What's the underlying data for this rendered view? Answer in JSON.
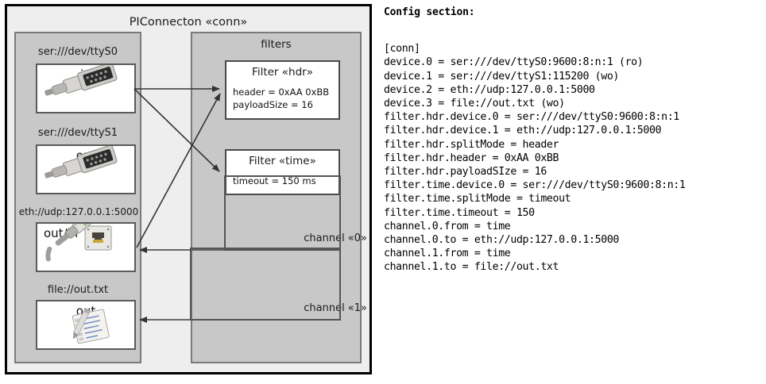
{
  "diagram": {
    "title": "PIConnecton «conn»",
    "groups": [
      {
        "name": "devices",
        "title": ""
      },
      {
        "name": "filters",
        "title": "filters"
      }
    ],
    "devices": [
      {
        "caption": "ser:///dev/ttyS0",
        "label": "in",
        "icon": "serial-port-icon"
      },
      {
        "caption": "ser:///dev/ttyS1",
        "label": "out",
        "icon": "serial-port-icon"
      },
      {
        "caption": "eth://udp:127.0.0.1:5000",
        "label": "out/in",
        "icon": "ethernet-jack-icon"
      },
      {
        "caption": "file://out.txt",
        "label": "out",
        "icon": "notepad-pencil-icon"
      }
    ],
    "filters": [
      {
        "title": "Filter «hdr»",
        "attrs": [
          "header = 0xAA 0xBB",
          "payloadSize = 16"
        ]
      },
      {
        "title": "Filter «time»",
        "attrs": [
          "timeout = 150 ms"
        ]
      }
    ],
    "channels": [
      {
        "label": "channel «0»"
      },
      {
        "label": "channel «1»"
      }
    ],
    "colors": {
      "page_bg": "#ffffff",
      "frame_bg": "#eeeeee",
      "group_bg": "#c8c8c8",
      "box_bg": "#ffffff",
      "frame_border": "#000000",
      "group_border": "#7a7a7a",
      "line": "#333333"
    }
  },
  "config": {
    "heading": "Config section:",
    "lines": [
      "[conn]",
      "device.0 = ser:///dev/ttyS0:9600:8:n:1 (ro)",
      "device.1 = ser:///dev/ttyS1:115200 (wo)",
      "device.2 = eth://udp:127.0.0.1:5000",
      "device.3 = file://out.txt (wo)",
      "filter.hdr.device.0 = ser:///dev/ttyS0:9600:8:n:1",
      "filter.hdr.device.1 = eth://udp:127.0.0.1:5000",
      "filter.hdr.splitMode = header",
      "filter.hdr.header = 0xAA 0xBB",
      "filter.hdr.payloadSIze = 16",
      "filter.time.device.0 = ser:///dev/ttyS0:9600:8:n:1",
      "filter.time.splitMode = timeout",
      "filter.time.timeout = 150",
      "channel.0.from = time",
      "channel.0.to = eth://udp:127.0.0.1:5000",
      "channel.1.from = time",
      "channel.1.to = file://out.txt"
    ]
  }
}
